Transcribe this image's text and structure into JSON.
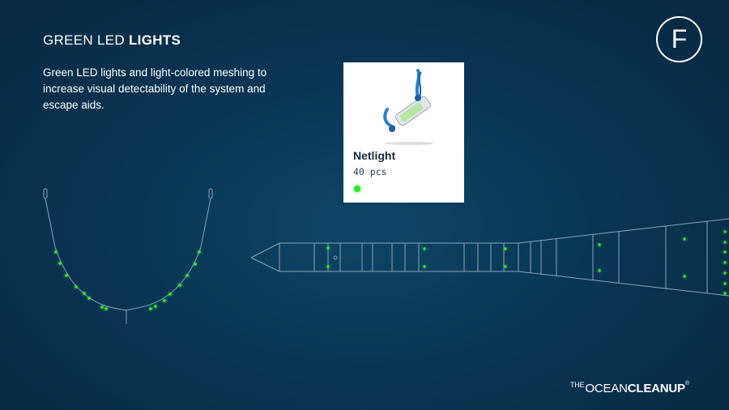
{
  "header": {
    "title_prefix": "GREEN LED ",
    "title_bold": "LIGHTS",
    "description": "Green LED lights and light-colored meshing to increase visual detectability of the system and escape aids."
  },
  "badge": {
    "letter": "F"
  },
  "card": {
    "name": "Netlight",
    "count": "40 pcs",
    "icon": "netlight-product-image"
  },
  "brand": {
    "the": "THE",
    "ocean": "OCEAN",
    "cleanup": "CLEANUP",
    "reg": "®"
  },
  "colors": {
    "background": "#0a3655",
    "line": "#8aa4b8",
    "led": "#39e639",
    "card_bg": "#ffffff",
    "card_text": "#1b2a3a"
  }
}
